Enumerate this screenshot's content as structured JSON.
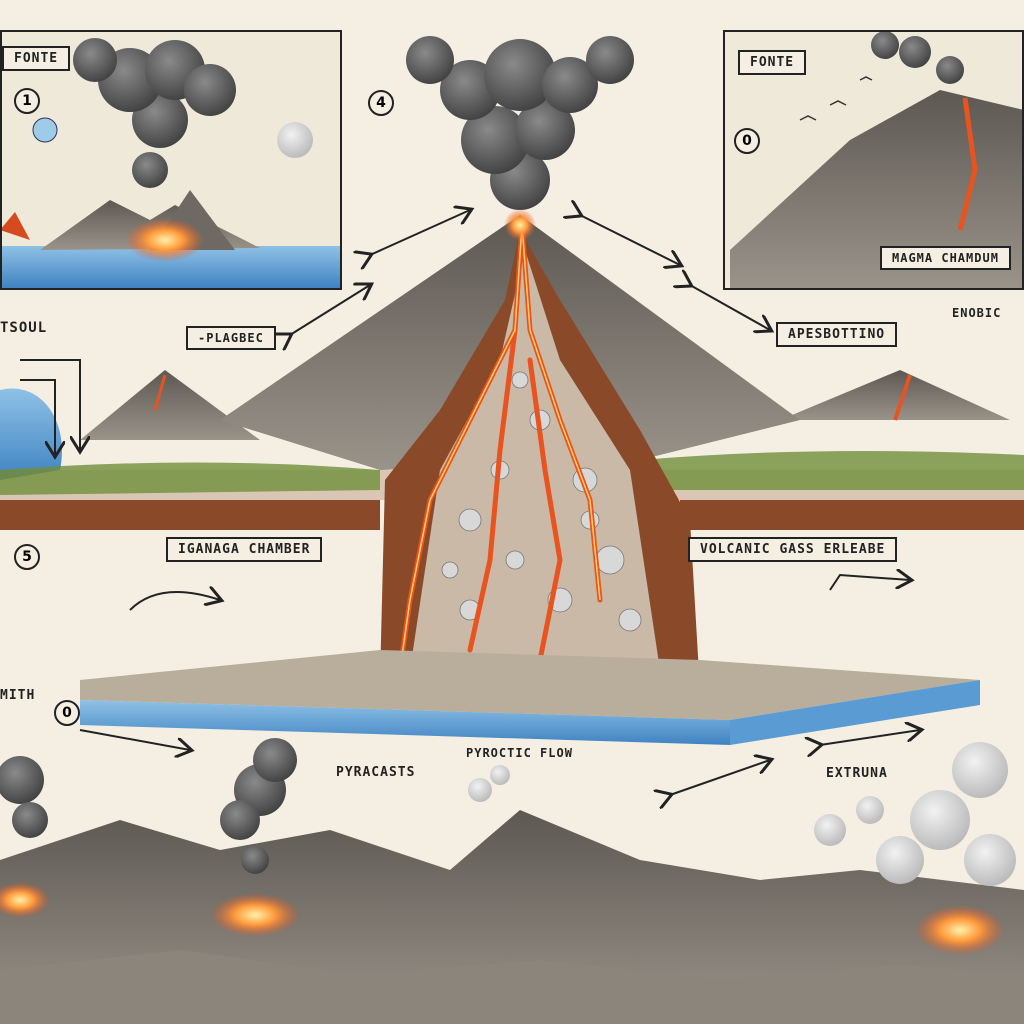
{
  "labels": {
    "top_left_panel": "FONTE",
    "top_right_panel": "FONTE",
    "top_right_chamber": "MAGMA CHAMDUM",
    "left_side": "TSOUL",
    "left_plagec": "-PLAGBEC",
    "right_apes": "APESBOTTINO",
    "right_edge": "ENOBIC",
    "magma_chamber": "IGANAGA CHAMBER",
    "gas_release": "VOLCANIC GASS ERLEABE",
    "pyroclastic_flow": "PYROCTIC FLOW",
    "pyroclasts": "PYRACASTS",
    "extrusion": "EXTRUNA",
    "left_bottom": "MITH"
  },
  "badges": {
    "b1": "1",
    "b2": "4",
    "b3": "0",
    "b4": "5",
    "b5": "0"
  },
  "colors": {
    "paper": "#f4efe2",
    "lava": "#e8531f",
    "lava_glow": "#ffb347",
    "ash": "#5f5f5f",
    "water": "#5a9bd4",
    "vegetation": "#6f8f3a",
    "earth": "#8a4a2a",
    "mountain": "#6e6a63"
  }
}
